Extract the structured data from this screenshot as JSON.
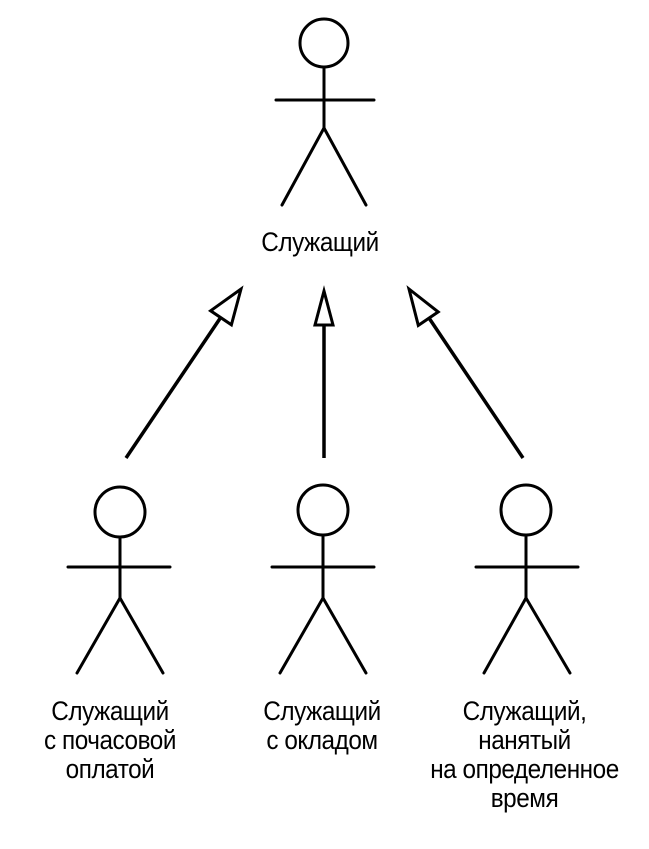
{
  "diagram": {
    "parent_actor": {
      "label_lines": [
        "Служащий"
      ]
    },
    "child_actors": [
      {
        "label_lines": [
          "Служащий",
          "с почасовой",
          "оплатой"
        ]
      },
      {
        "label_lines": [
          "Служащий",
          "с окладом"
        ]
      },
      {
        "label_lines": [
          "Служащий,",
          "нанятый",
          "на определенное",
          "время"
        ]
      }
    ],
    "line_color": "#000000",
    "arrowhead_fill": "#ffffff"
  }
}
